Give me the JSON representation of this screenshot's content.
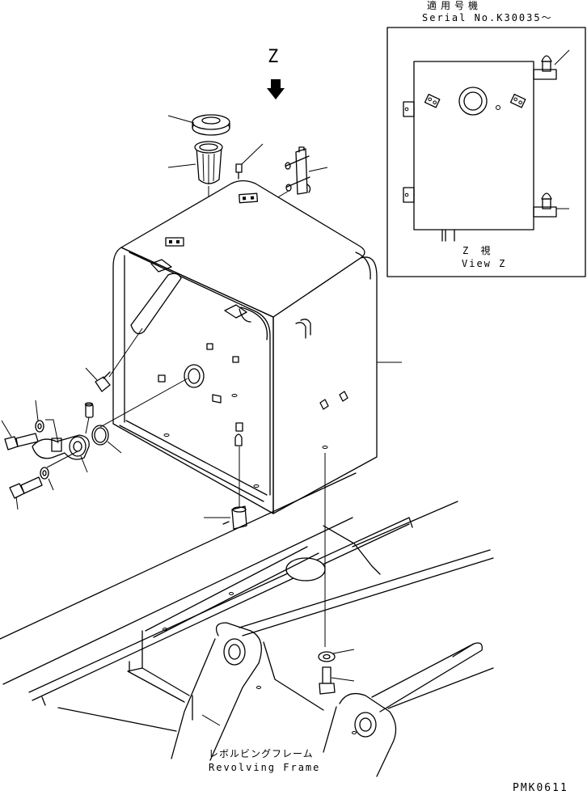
{
  "inset": {
    "header_jp": "適用号機",
    "serial": "Serial No.K30035～",
    "view_jp": "Z  視",
    "view_en": "View Z"
  },
  "view_arrow_label": "Z",
  "frame_label_jp": "レボルビングフレーム",
  "frame_label_en": "Revolving Frame",
  "drawing_code": "PMK0611"
}
